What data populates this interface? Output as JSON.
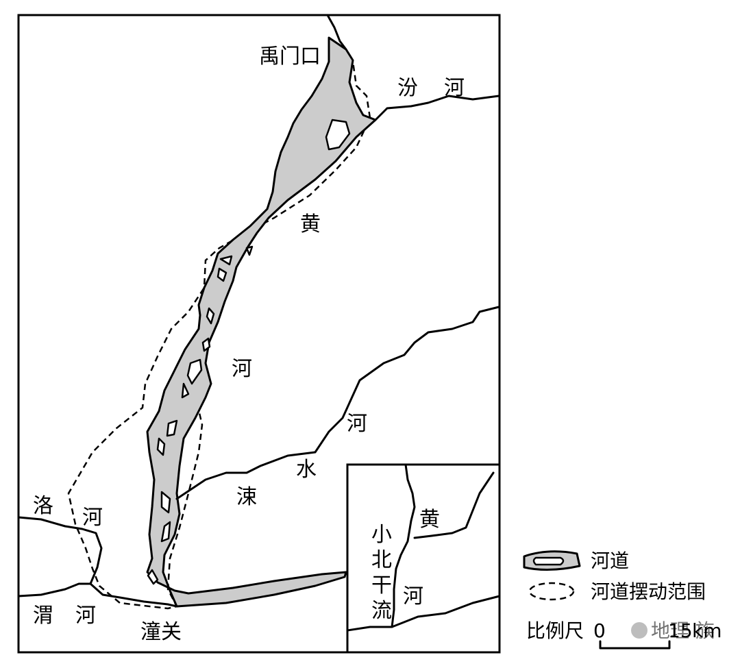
{
  "map": {
    "labels": {
      "yumenkou": "禹门口",
      "fen_he_1": "汾",
      "fen_he_2": "河",
      "huang_main": "黄",
      "he_main": "河",
      "su_1": "河",
      "su_2": "水",
      "su_3": "涑",
      "luo_1": "洛",
      "luo_2": "河",
      "wei_1": "渭",
      "wei_2": "河",
      "tongguan": "潼关"
    },
    "inset": {
      "huang": "黄",
      "he": "河",
      "xiao": "小",
      "bei": "北",
      "gan": "干",
      "liu": "流"
    },
    "legend": {
      "channel_label": "河道",
      "swing_label": "河道摆动范围"
    },
    "scale": {
      "label": "比例尺",
      "zero": "0",
      "value": "15",
      "unit": "km"
    },
    "watermark": "地理 族"
  }
}
